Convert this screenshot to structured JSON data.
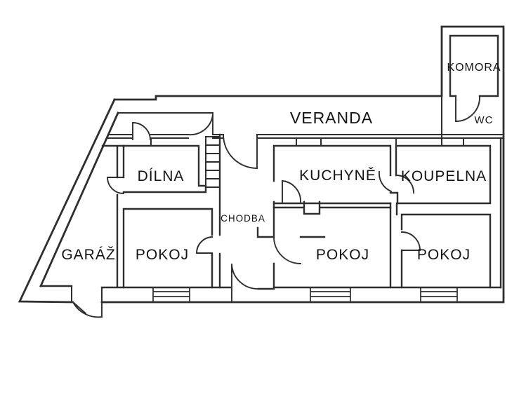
{
  "diagram": {
    "type": "floor-plan",
    "colors": {
      "wall": "#2e2e2e",
      "background": "#ffffff",
      "text": "#141414"
    },
    "rooms": {
      "veranda": {
        "label": "VERANDA"
      },
      "komora": {
        "label": "KOMORA"
      },
      "wc": {
        "label": "WC"
      },
      "dilna": {
        "label": "DÍLNA"
      },
      "kuchyne": {
        "label": "KUCHYNĚ"
      },
      "koupelna": {
        "label": "KOUPELNA"
      },
      "chodba": {
        "label": "CHODBA"
      },
      "garaz": {
        "label": "GARÁŽ"
      },
      "pokoj_left": {
        "label": "POKOJ"
      },
      "pokoj_middle": {
        "label": "POKOJ"
      },
      "pokoj_right": {
        "label": "POKOJ"
      }
    }
  }
}
